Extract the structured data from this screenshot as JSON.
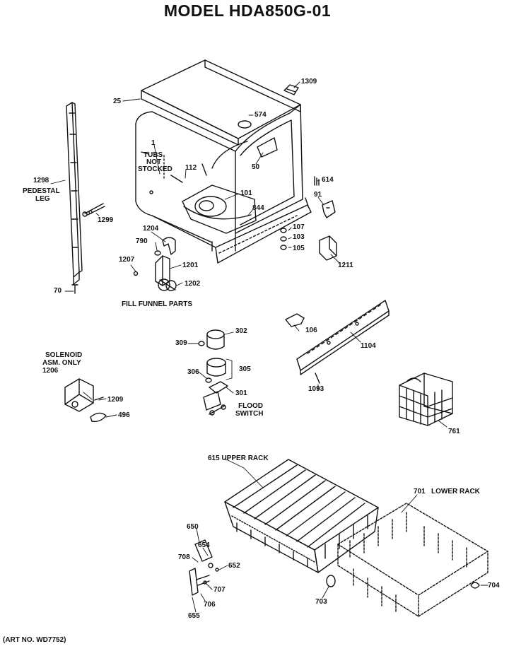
{
  "title": "MODEL HDA850G-01",
  "art_no": "(ART NO. WD7752)",
  "labels": {
    "p25": "25",
    "p574": "574",
    "p1309": "1309",
    "tubs": "TUBS",
    "not": "NOT",
    "stocked": "STOCKED",
    "p1": "1",
    "p112": "112",
    "p50": "50",
    "p614": "614",
    "p91": "91",
    "p101": "101",
    "p844": "844",
    "p107": "107",
    "p103": "103",
    "p105": "105",
    "p1211": "1211",
    "p1298": "1298",
    "pedestal": "PEDESTAL",
    "leg": "LEG",
    "p1299": "1299",
    "p1204": "1204",
    "p790": "790",
    "p1207": "1207",
    "p1201": "1201",
    "p1202": "1202",
    "p70": "70",
    "fill_funnel": "FILL FUNNEL PARTS",
    "p302": "302",
    "p309": "309",
    "p305": "305",
    "p306": "306",
    "p301": "301",
    "flood": "FLOOD",
    "switch": "SWITCH",
    "p106": "106",
    "p1104": "1104",
    "p1093": "1093",
    "solenoid": "SOLENOID",
    "asm_only": "ASM. ONLY",
    "p1206": "1206",
    "p1209": "1209",
    "p496": "496",
    "p761": "761",
    "p615": "615 UPPER RACK",
    "p701": "701",
    "lower_rack": "LOWER RACK",
    "p650": "650",
    "p654": "654",
    "p708": "708",
    "p652": "652",
    "p707": "707",
    "p706": "706",
    "p655": "655",
    "p703": "703",
    "p704": "704"
  }
}
